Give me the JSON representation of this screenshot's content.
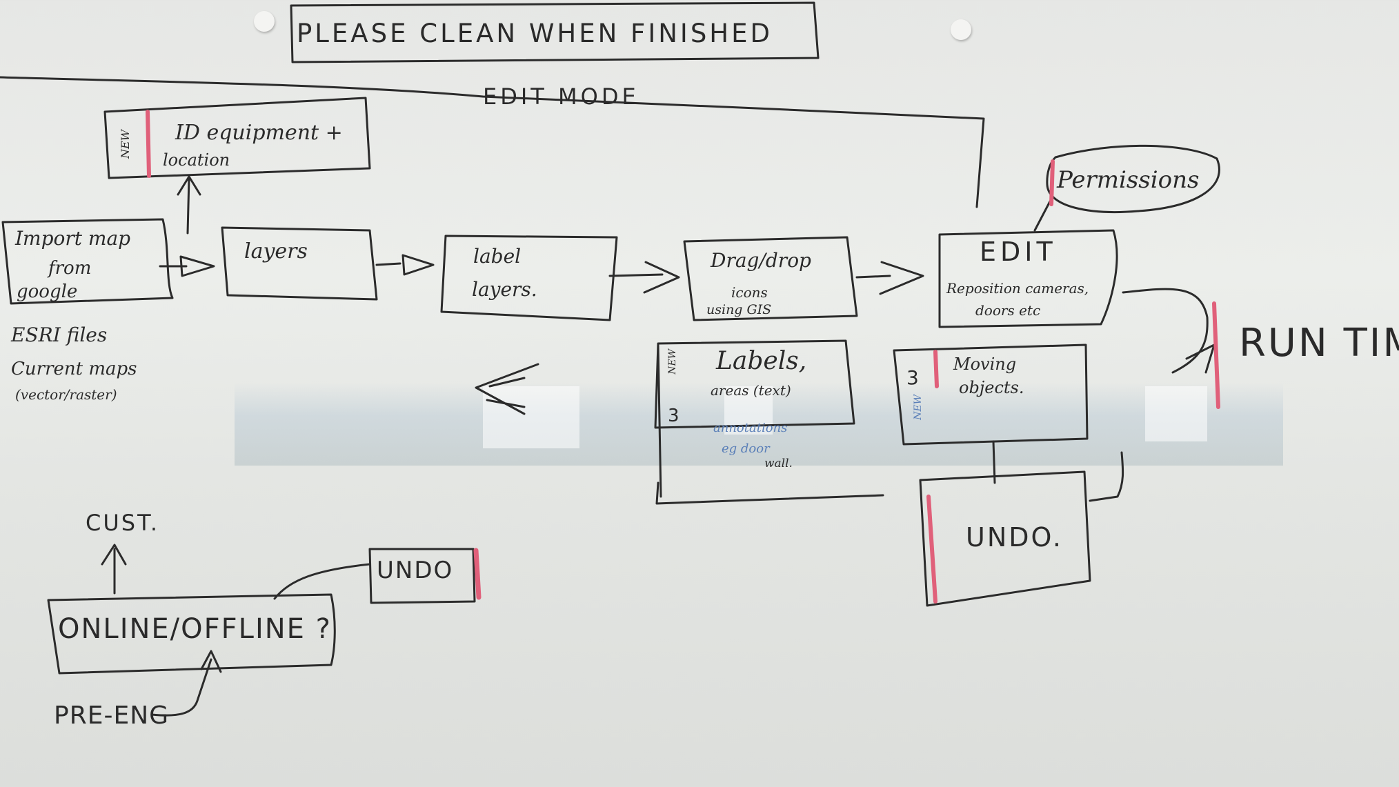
{
  "whiteboard": {
    "header_sign": "PLEASE CLEAN WHEN FINISHED",
    "section_title": "EDIT MODE",
    "boxes": {
      "id_equipment": {
        "line1": "ID equipment +",
        "line2": "location",
        "tag": "NEW"
      },
      "import_map": {
        "line1": "Import map",
        "line2": "from",
        "line3": "google"
      },
      "layers": {
        "line1": "layers"
      },
      "label_layers": {
        "line1": "label",
        "line2": "layers."
      },
      "drag_drop": {
        "line1": "Drag/drop",
        "line2": "icons",
        "line3": "using GIS"
      },
      "edit": {
        "line1": "EDIT",
        "line2": "Reposition cameras,",
        "line3": "doors etc"
      },
      "permissions": {
        "line1": "Permissions"
      },
      "labels": {
        "line1": "Labels,",
        "line2": "areas (text)",
        "line3": "annotations",
        "line4": "eg door",
        "line5": "wall.",
        "tag": "NEW",
        "number": "3"
      },
      "moving_objects": {
        "line1": "Moving",
        "line2": "objects.",
        "tag": "NEW",
        "number": "3"
      },
      "undo_right": {
        "line1": "UNDO."
      },
      "undo_left": {
        "line1": "UNDO"
      },
      "online_offline": {
        "line1": "ONLINE/OFFLINE ?"
      }
    },
    "notes": {
      "esri_line1": "ESRI files",
      "esri_line2": "Current maps",
      "esri_line3": "(vector/raster)",
      "run_time": "RUN TIME",
      "cust": "CUST.",
      "pre_eng": "PRE-ENG"
    },
    "colors": {
      "marker_black": "#2b2b2b",
      "marker_red": "#e0607a",
      "marker_blue": "#5a7fb8"
    }
  }
}
